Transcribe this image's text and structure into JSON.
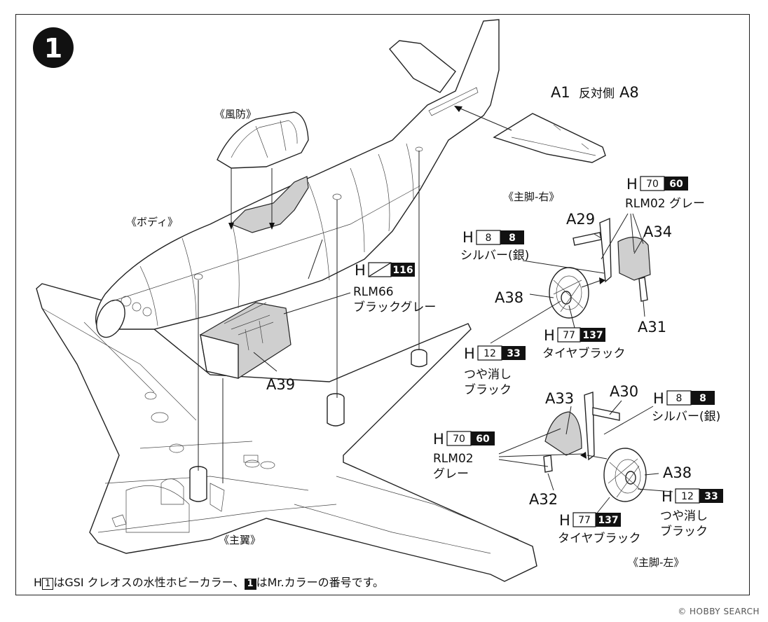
{
  "step": {
    "number": "1"
  },
  "sections": {
    "canopy": "《風防》",
    "body": "《ボディ》",
    "main_wing": "《主翼》",
    "gear_right": "《主脚-右》",
    "gear_left": "《主脚-左》"
  },
  "parts": {
    "a1": "A1",
    "a1_note": "反対側",
    "a8": "A8",
    "a29": "A29",
    "a34": "A34",
    "a38_top": "A38",
    "a31": "A31",
    "a39": "A39",
    "a33": "A33",
    "a30": "A30",
    "a32": "A32",
    "a38_bottom": "A38"
  },
  "colors": {
    "h116": {
      "prefix": "H",
      "black": "116",
      "name": [
        "RLM66",
        "ブラックグレー"
      ]
    },
    "h70_top": {
      "prefix": "H",
      "white": "70",
      "black": "60",
      "name": [
        "RLM02 グレー"
      ]
    },
    "h8_top": {
      "prefix": "H",
      "white": "8",
      "black": "8",
      "name": [
        "シルバー(銀)"
      ]
    },
    "h77_top": {
      "prefix": "H",
      "white": "77",
      "black": "137",
      "name": [
        "タイヤブラック"
      ]
    },
    "h12_top": {
      "prefix": "H",
      "white": "12",
      "black": "33",
      "name": [
        "つや消し",
        "ブラック"
      ]
    },
    "h8_bottom": {
      "prefix": "H",
      "white": "8",
      "black": "8",
      "name": [
        "シルバー(銀)"
      ]
    },
    "h70_bottom": {
      "prefix": "H",
      "white": "70",
      "black": "60",
      "name": [
        "RLM02",
        "グレー"
      ]
    },
    "h12_bottom": {
      "prefix": "H",
      "white": "12",
      "black": "33",
      "name": [
        "つや消し",
        "ブラック"
      ]
    },
    "h77_bottom": {
      "prefix": "H",
      "white": "77",
      "black": "137",
      "name": [
        "タイヤブラック"
      ]
    }
  },
  "footer": {
    "h": "H",
    "box_white": "1",
    "text1": "はGSI クレオスの水性ホビーカラー、",
    "box_black": "1",
    "text2": "はMr.カラーの番号です。"
  },
  "watermark": "© HOBBY SEARCH"
}
